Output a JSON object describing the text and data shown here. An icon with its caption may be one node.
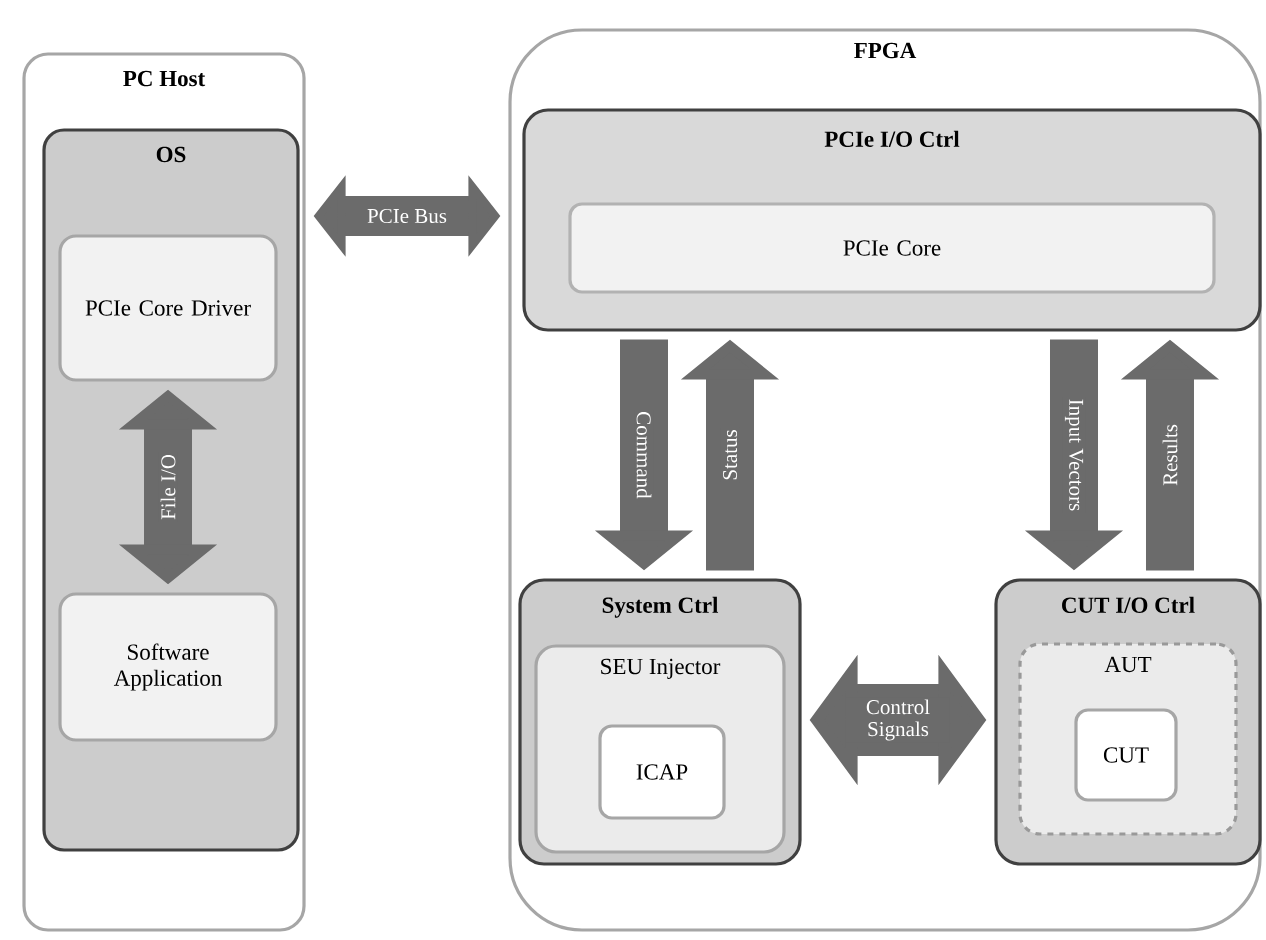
{
  "diagram": {
    "nodes": [
      {
        "text": [
          "PC Host"
        ]
      },
      {
        "text": [
          "OS"
        ],
        "in": 0
      },
      {
        "text": [
          "PCIe Core Driver"
        ],
        "in": 1
      },
      {
        "text": [
          "Software Application"
        ],
        "in": 1
      },
      {
        "text": [
          "FPGA"
        ]
      },
      {
        "text": [
          "PCIe I/O Ctrl"
        ],
        "in": 4
      },
      {
        "text": [
          "PCIe Core"
        ],
        "in": 5
      },
      {
        "text": [
          "System Ctrl"
        ],
        "in": 4
      },
      {
        "text": [
          "SEU Injector"
        ],
        "in": 7
      },
      {
        "text": [
          "ICAP"
        ],
        "in": 8
      },
      {
        "text": [
          "CUT I/O Ctrl"
        ],
        "in": 4
      },
      {
        "text": [
          "AUT"
        ],
        "in": 10
      },
      {
        "text": [
          "CUT"
        ],
        "in": 11
      }
    ],
    "edges": [
      {
        "from": 0,
        "to": 4,
        "arrow": "both",
        "label": "PCIe Bus"
      },
      {
        "from": 2,
        "to": 3,
        "arrow": "both",
        "label": "File I/O"
      },
      {
        "from": 5,
        "to": 7,
        "arrow": "to",
        "label": "Command"
      },
      {
        "from": 7,
        "to": 5,
        "arrow": "to",
        "label": "Status"
      },
      {
        "from": 5,
        "to": 10,
        "arrow": "to",
        "label": "Input Vectors"
      },
      {
        "from": 10,
        "to": 5,
        "arrow": "to",
        "label": "Results"
      },
      {
        "from": 7,
        "to": 10,
        "arrow": "both",
        "label": "Control Signals"
      }
    ]
  }
}
